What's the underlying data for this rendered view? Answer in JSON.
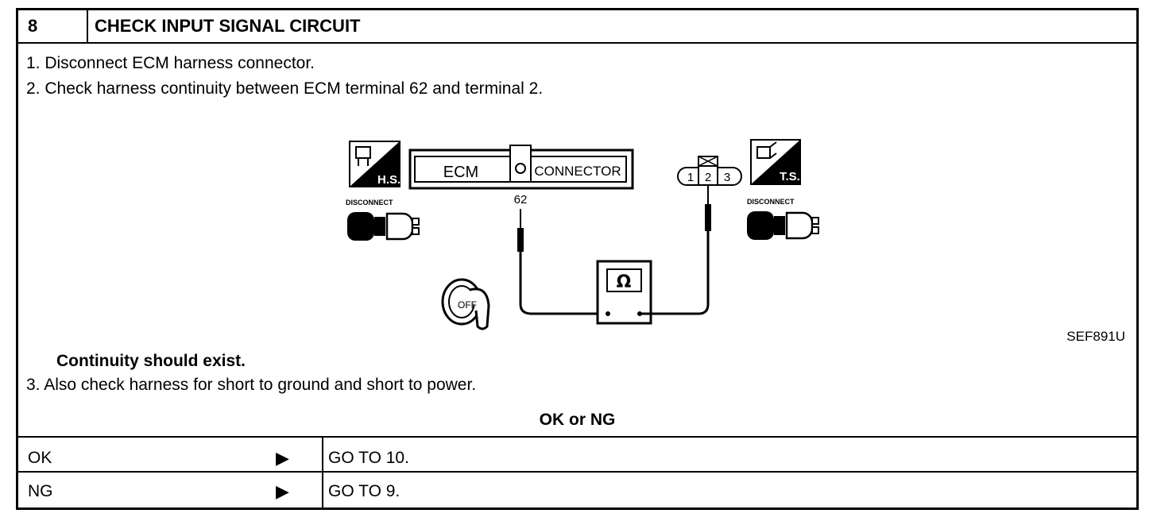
{
  "step": {
    "number": "8",
    "title": "CHECK INPUT SIGNAL CIRCUIT"
  },
  "instructions": {
    "line1": "1. Disconnect ECM harness connector.",
    "line2": "2. Check harness continuity between ECM terminal 62 and terminal 2.",
    "result": "Continuity should exist.",
    "line3": "3. Also check harness for short to ground and short to power."
  },
  "diagram": {
    "hs_badge": "H.S.",
    "ts_badge": "T.S.",
    "disconnect_left": "DISCONNECT",
    "disconnect_right": "DISCONNECT",
    "ecm_label": "ECM",
    "connector_label": "CONNECTOR",
    "ecm_pin": "62",
    "sensor_pins": [
      "1",
      "2",
      "3"
    ],
    "meter_symbol": "Ω",
    "key_label": "OFF",
    "reference": "SEF891U"
  },
  "decision": {
    "heading": "OK or NG",
    "rows": [
      {
        "condition": "OK",
        "action": "GO TO 10."
      },
      {
        "condition": "NG",
        "action": "GO TO 9."
      }
    ]
  }
}
